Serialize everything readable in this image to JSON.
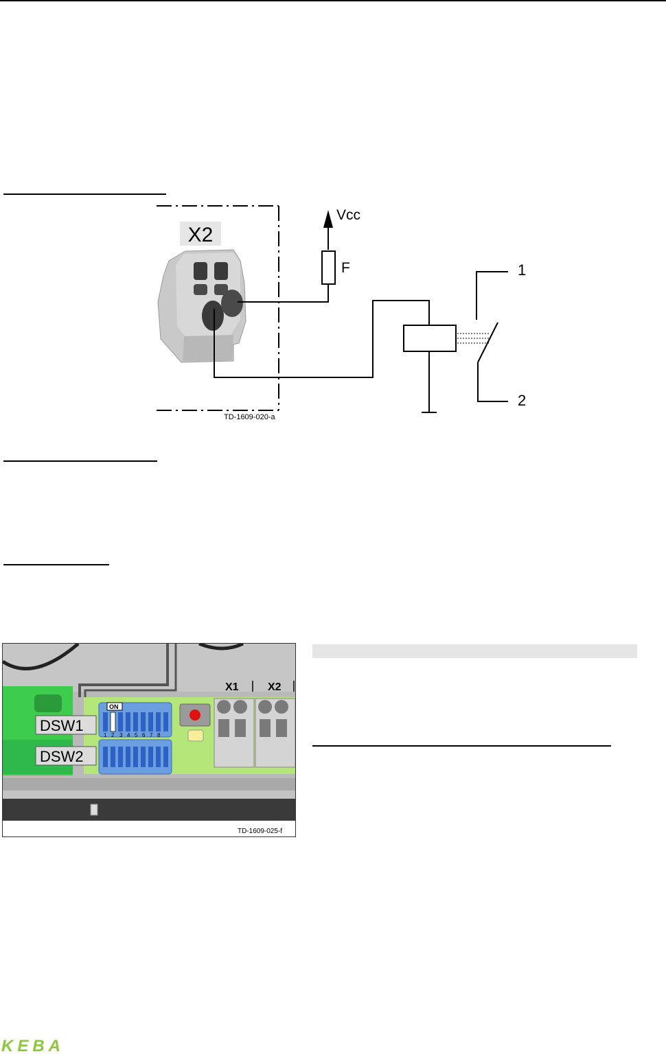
{
  "wiring_figure": {
    "terminal_label": "X2",
    "supply_label": "Vcc",
    "fuse_label": "F",
    "contact_1_label": "1",
    "contact_2_label": "2",
    "figure_id": "TD-1609-020-a"
  },
  "photo_figure": {
    "dsw1_label": "DSW1",
    "dsw2_label": "DSW2",
    "on_label": "ON",
    "switch_numbers": [
      "1",
      "2",
      "3",
      "4",
      "5",
      "6",
      "7",
      "8"
    ],
    "x1_label": "X1",
    "x2_label": "X2",
    "figure_id": "TD-1609-025-f"
  },
  "logo": {
    "text": "KEBA",
    "color": "#8dc63f"
  }
}
